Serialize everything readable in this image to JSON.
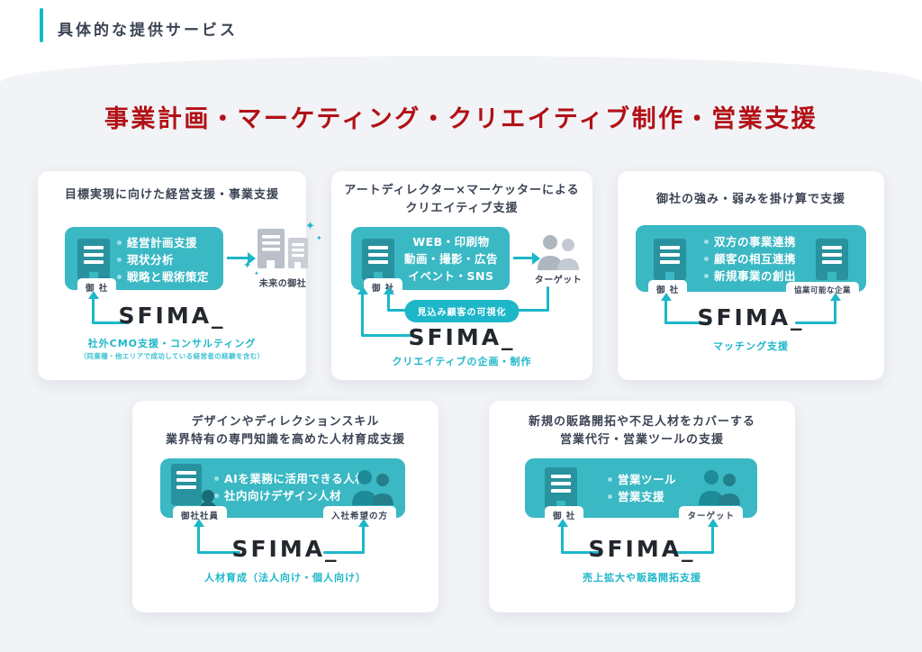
{
  "header": {
    "title": "具体的な提供サービス"
  },
  "main_title": "事業計画・マーケティング・クリエイティブ制作・営業支援",
  "brand": "SFIMA_",
  "colors": {
    "accent_teal": "#1db7c9",
    "panel_teal": "#3ab8c4",
    "dark_teal": "#28929f",
    "navy_text": "#3c4454",
    "title_red": "#b11116",
    "background_gray": "#f1f3f6",
    "gray_icon": "#b9c0c9"
  },
  "cards": [
    {
      "title_lines": [
        "目標実現に向けた経営支援・事業支援"
      ],
      "bullets": [
        "経営計画支援",
        "現状分析",
        "戦略と戦術策定"
      ],
      "tab_left": "御 社",
      "future_label": "未来の御社",
      "logo": "SFIMA_",
      "caption": "社外CMO支援・コンサルティング",
      "note": "（同業種・他エリアで成功している経営者の経験を含む）",
      "sparkle": "✦"
    },
    {
      "title_lines": [
        "アートディレクター×マーケッターによる",
        "クリエイティブ支援"
      ],
      "panel_lines": [
        "WEB・印刷物",
        "動画・撮影・広告",
        "イベント・SNS"
      ],
      "tab_left": "御 社",
      "target_label": "ターゲット",
      "pill": "見込み顧客の可視化",
      "logo": "SFIMA_",
      "caption": "クリエイティブの企画・制作"
    },
    {
      "title_lines": [
        "御社の強み・弱みを掛け算で支援"
      ],
      "bullets": [
        "双方の事業連携",
        "顧客の相互連携",
        "新規事業の創出"
      ],
      "tab_left": "御 社",
      "tab_right": "協業可能な企業",
      "logo": "SFIMA_",
      "caption": "マッチング支援"
    },
    {
      "title_lines": [
        "デザインやディレクションスキル",
        "業界特有の専門知識を高めた人材育成支援"
      ],
      "bullets": [
        "AIを業務に活用できる人材",
        "社内向けデザイン人材"
      ],
      "tab_left": "御社社員",
      "tab_right": "入社希望の方",
      "logo": "SFIMA_",
      "caption": "人材育成（法人向け・個人向け）"
    },
    {
      "title_lines": [
        "新規の販路開拓や不足人材をカバーする",
        "営業代行・営業ツールの支援"
      ],
      "bullets": [
        "営業ツール",
        "営業支援"
      ],
      "tab_left": "御 社",
      "tab_right": "ターゲット",
      "logo": "SFIMA_",
      "caption": "売上拡大や販路開拓支援"
    }
  ]
}
